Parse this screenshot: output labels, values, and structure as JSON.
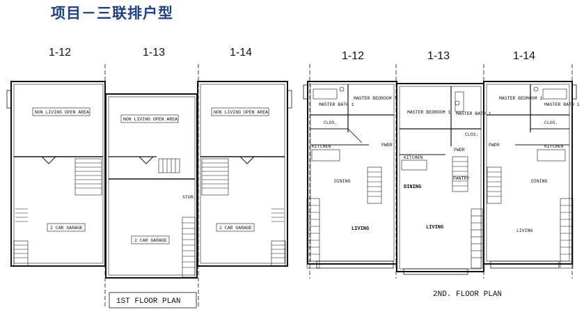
{
  "title": "项目－三联排户型",
  "floor1": {
    "units": [
      "1-12",
      "1-13",
      "1-14"
    ],
    "plan_label": "1ST FLOOR PLAN",
    "rooms": {
      "open_area": "NON LIVING OPEN AREA",
      "garage": "2 CAR GARAGE",
      "stor": "STOR."
    }
  },
  "floor2": {
    "units": [
      "1-12",
      "1-13",
      "1-14"
    ],
    "plan_label": "2ND. FLOOR PLAN",
    "rooms": {
      "master_bath": "MASTER BATH 1",
      "master_bedroom": "MASTER BEDROOM 1",
      "clos": "CLOS.",
      "kitchen": "KITCHEN",
      "pwdr": "PWDR",
      "dining": "DINING",
      "living": "LIVING",
      "pantry": "PANTRY"
    }
  }
}
